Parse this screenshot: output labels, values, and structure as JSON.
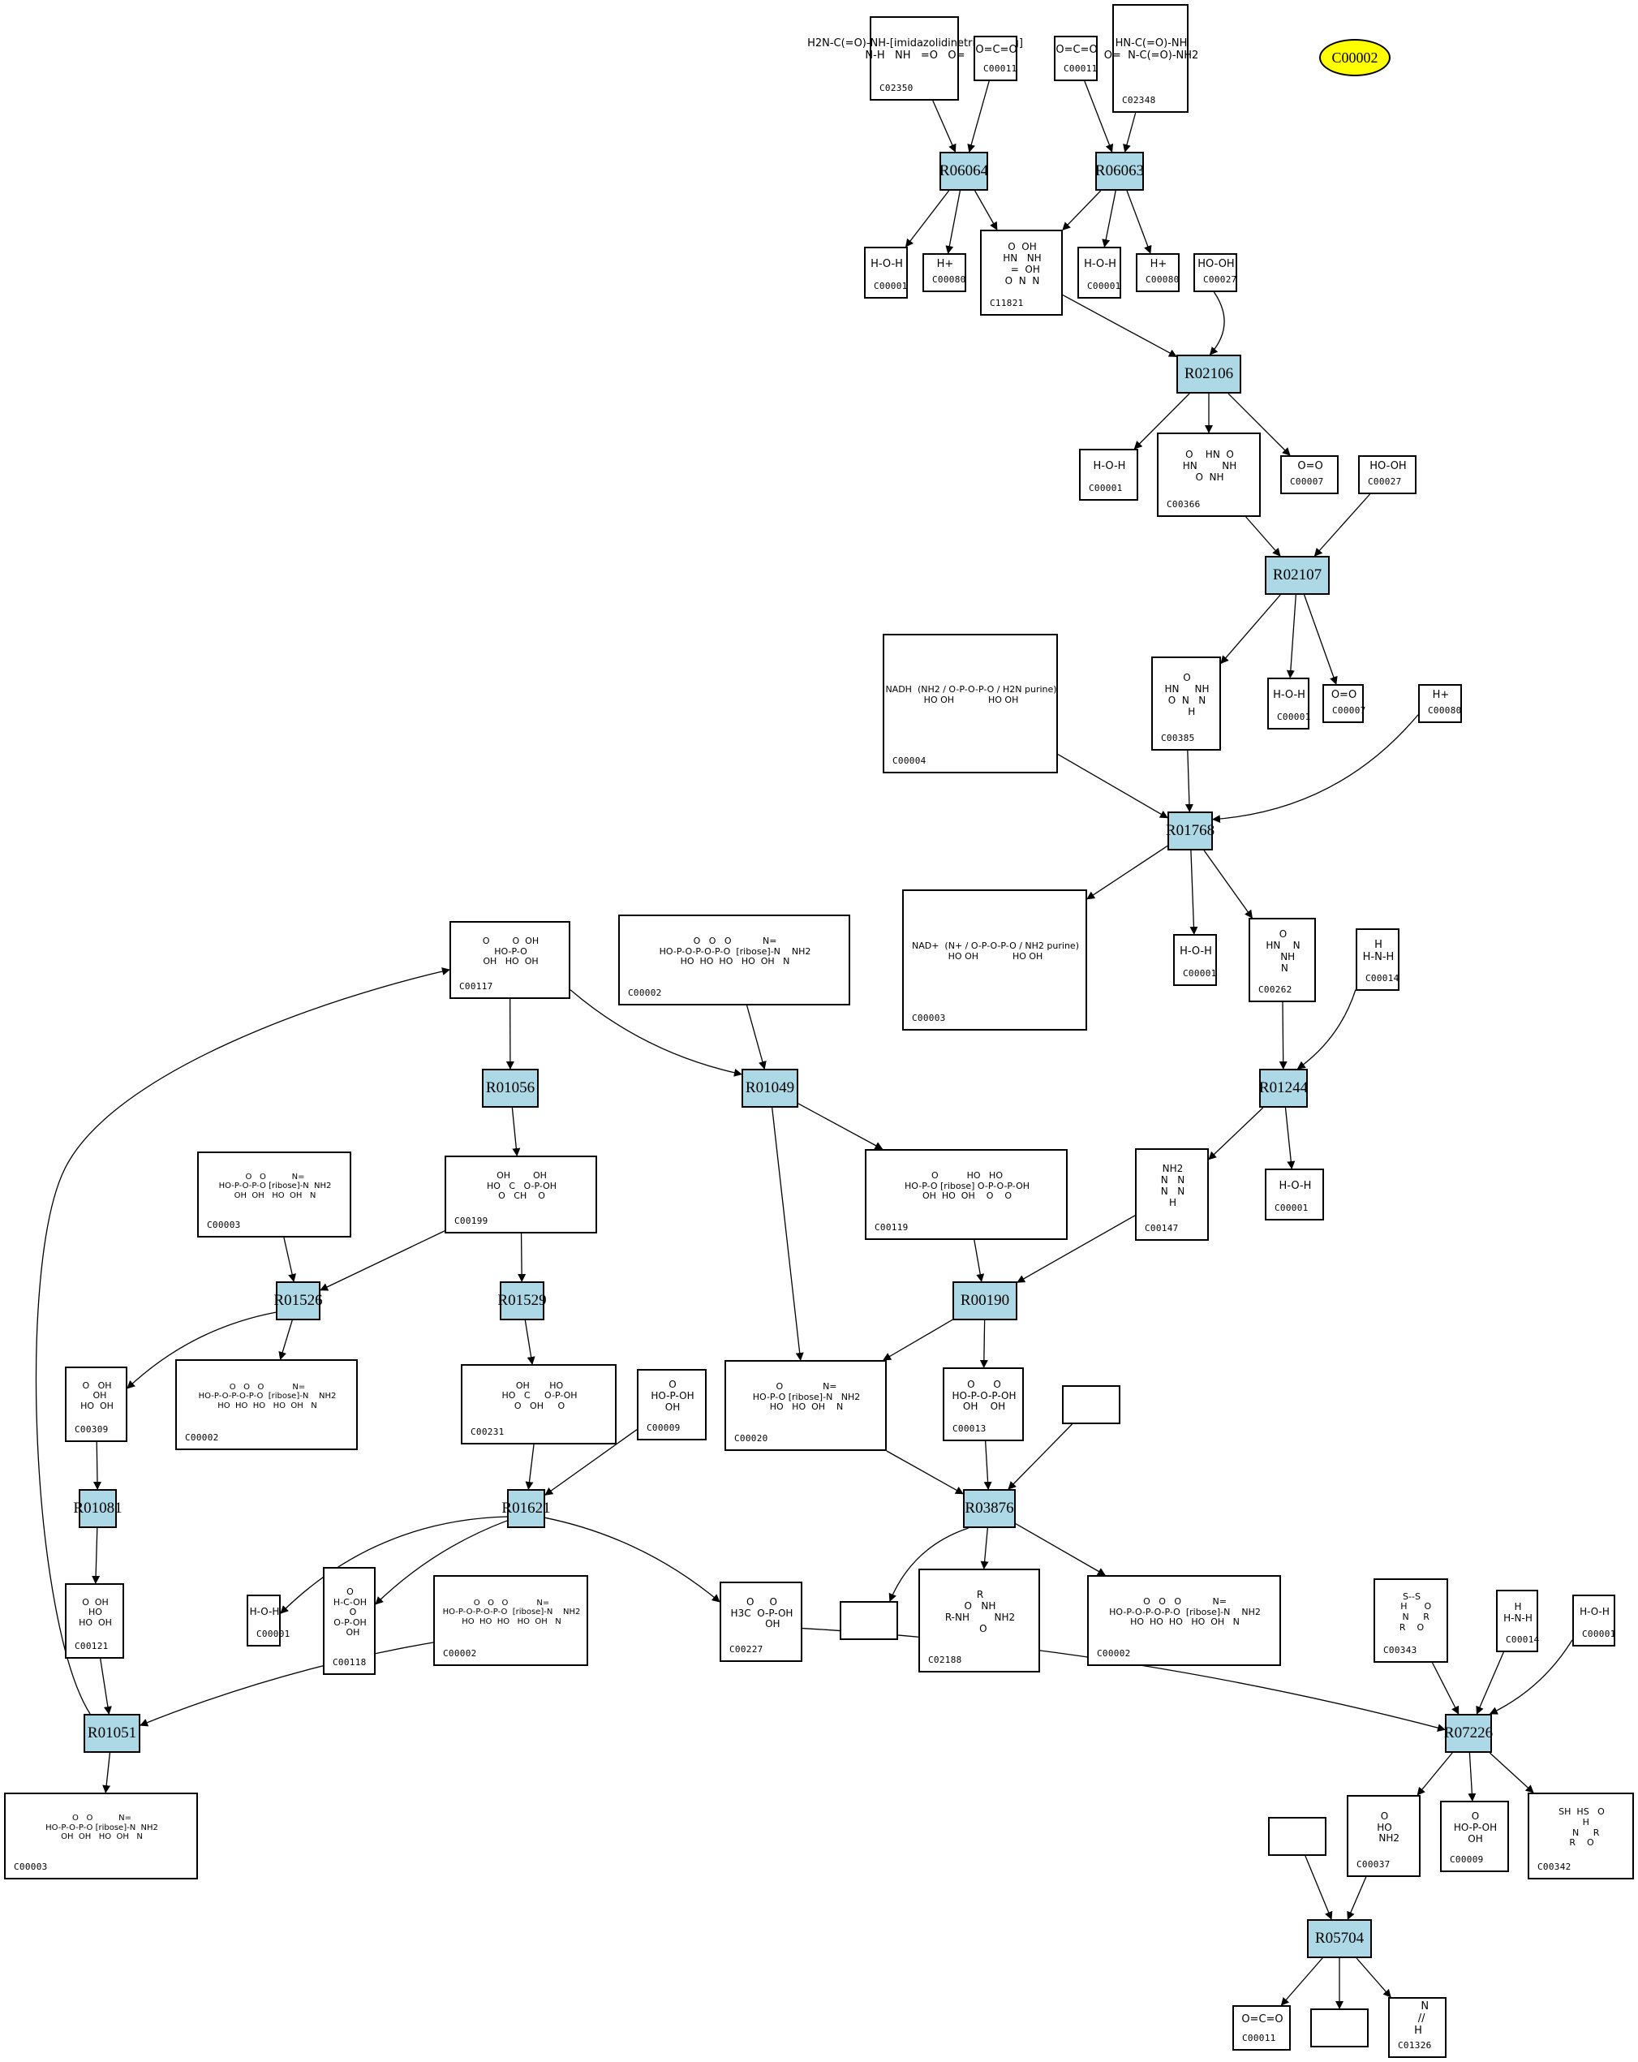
{
  "diagram": {
    "highlight": {
      "id": "C00002",
      "color": "#ffff00"
    },
    "reaction_color": "#add8e6",
    "reactions": [
      "R06064",
      "R06063",
      "R02106",
      "R02107",
      "R01768",
      "R01244",
      "R01056",
      "R01049",
      "R01526",
      "R01529",
      "R00190",
      "R01081",
      "R01621",
      "R03876",
      "R01051",
      "R07226",
      "R05704"
    ],
    "compounds": {
      "c02350": {
        "id": "C02350",
        "formula": "H2N-C(=O)-NH-[imidazolidinetrione ring]\nN-H   NH   =O   O="
      },
      "c00011a": {
        "id": "C00011",
        "formula": "O=C=O"
      },
      "c00011b": {
        "id": "C00011",
        "formula": "O=C=O"
      },
      "c02348": {
        "id": "C02348",
        "formula": "HN-C(=O)-NH\nO=  N-C(=O)-NH2"
      },
      "c00001a": {
        "id": "C00001",
        "formula": "H-O-H"
      },
      "c00080a": {
        "id": "C00080",
        "formula": "H+"
      },
      "c11821": {
        "id": "C11821",
        "formula": "O  OH\nHN   NH\n  =  OH\nO  N  N"
      },
      "c00001b": {
        "id": "C00001",
        "formula": "H-O-H"
      },
      "c00080b": {
        "id": "C00080",
        "formula": "H+"
      },
      "c00027a": {
        "id": "C00027",
        "formula": "HO-OH"
      },
      "c00001c": {
        "id": "C00001",
        "formula": "H-O-H"
      },
      "c00366": {
        "id": "C00366",
        "formula": "O    HN  O\nHN        NH\nO  NH"
      },
      "c00007a": {
        "id": "C00007",
        "formula": "O=O"
      },
      "c00027b": {
        "id": "C00027",
        "formula": "HO-OH"
      },
      "c00004": {
        "id": "C00004",
        "formula": "NADH  (NH2 / O-P-O-P-O / H2N purine)\nHO OH            HO OH"
      },
      "c00385": {
        "id": "C00385",
        "formula": "O\nHN     NH\nO  N   N\n   H"
      },
      "c00001d": {
        "id": "C00001",
        "formula": "H-O-H"
      },
      "c00007b": {
        "id": "C00007",
        "formula": "O=O"
      },
      "c00080c": {
        "id": "C00080",
        "formula": "H+"
      },
      "c00003a": {
        "id": "C00003",
        "formula": "NAD+  (N+ / O-P-O-P-O / NH2 purine)\nHO OH            HO OH"
      },
      "c00001e": {
        "id": "C00001",
        "formula": "H-O-H"
      },
      "c00262": {
        "id": "C00262",
        "formula": "O\nHN    N\n   NH\n N"
      },
      "c00014a": {
        "id": "C00014",
        "formula": "H\nH-N-H"
      },
      "c00117": {
        "id": "C00117",
        "formula": "O        O  OH\nHO-P-O\nOH   HO  OH"
      },
      "c00002a": {
        "id": "C00002",
        "formula": "O   O   O           N=\nHO-P-O-P-O-P-O  [ribose]-N    NH2\nHO  HO  HO   HO  OH   N"
      },
      "c00147": {
        "id": "C00147",
        "formula": "NH2\nN   N\nN   N\nH"
      },
      "c00001f": {
        "id": "C00001",
        "formula": "H-O-H"
      },
      "c00003b": {
        "id": "C00003",
        "formula": "O   O          N=\nHO-P-O-P-O [ribose]-N  NH2\nOH  OH   HO  OH   N"
      },
      "c00199": {
        "id": "C00199",
        "formula": "OH        OH\nHO   C   O-P-OH\nO   CH    O"
      },
      "c00119": {
        "id": "C00119",
        "formula": "O          HO   HO\nHO-P-O [ribose] O-P-O-P-OH\nOH  HO  OH    O    O"
      },
      "c00309": {
        "id": "C00309",
        "formula": "O   OH\n  OH\nHO  OH"
      },
      "c00002b": {
        "id": "C00002",
        "formula": "O   O   O           N=\nHO-P-O-P-O-P-O  [ribose]-N    NH2\nHO  HO  HO   HO  OH   N"
      },
      "c00231": {
        "id": "C00231",
        "formula": "OH       HO\nHO   C     O-P-OH\nO   OH     O"
      },
      "c00009a": {
        "id": "C00009",
        "formula": "O\nHO-P-OH\nOH"
      },
      "c00020": {
        "id": "C00020",
        "formula": "O              N=\nHO-P-O [ribose]-N   NH2\nHO   HO  OH    N"
      },
      "c00013": {
        "id": "C00013",
        "formula": "O      O\nHO-P-O-P-OH\nOH    OH"
      },
      "c00121": {
        "id": "C00121",
        "formula": "O  OH\nHO\nHO  OH"
      },
      "c00001g": {
        "id": "C00001",
        "formula": "H-O-H"
      },
      "c00118": {
        "id": "C00118",
        "formula": "O\nH-C-OH\n  O\nO-P-OH\n  OH"
      },
      "c00002c": {
        "id": "C00002",
        "formula": "O   O   O           N=\nHO-P-O-P-O-P-O  [ribose]-N    NH2\nHO  HO  HO   HO  OH   N"
      },
      "c00227": {
        "id": "C00227",
        "formula": "O     O\nH3C  O-P-OH\n       OH"
      },
      "c02188": {
        "id": "C02188",
        "formula": "R\nO   NH\nR-NH        NH2\n  O"
      },
      "c00002d": {
        "id": "C00002",
        "formula": "O   O   O           N=\nHO-P-O-P-O-P-O  [ribose]-N    NH2\nHO  HO  HO   HO  OH   N"
      },
      "c00343": {
        "id": "C00343",
        "formula": "S--S\n   H      O\n   N     R\nR    O"
      },
      "c00014b": {
        "id": "C00014",
        "formula": "H\nH-N-H"
      },
      "c00001h": {
        "id": "C00001",
        "formula": "H-O-H"
      },
      "c00003c": {
        "id": "C00003",
        "formula": "O   O          N=\nHO-P-O-P-O [ribose]-N  NH2\nOH  OH   HO  OH   N"
      },
      "c00037": {
        "id": "C00037",
        "formula": "O\nHO\n   NH2"
      },
      "c00009b": {
        "id": "C00009",
        "formula": "O\nHO-P-OH\nOH"
      },
      "c00342": {
        "id": "C00342",
        "formula": "SH  HS   O\n   H\n   N     R\nR    O"
      },
      "c00011c": {
        "id": "C00011",
        "formula": "O=C=O"
      },
      "c01326": {
        "id": "C01326",
        "formula": "    N\n  //\nH"
      }
    }
  }
}
